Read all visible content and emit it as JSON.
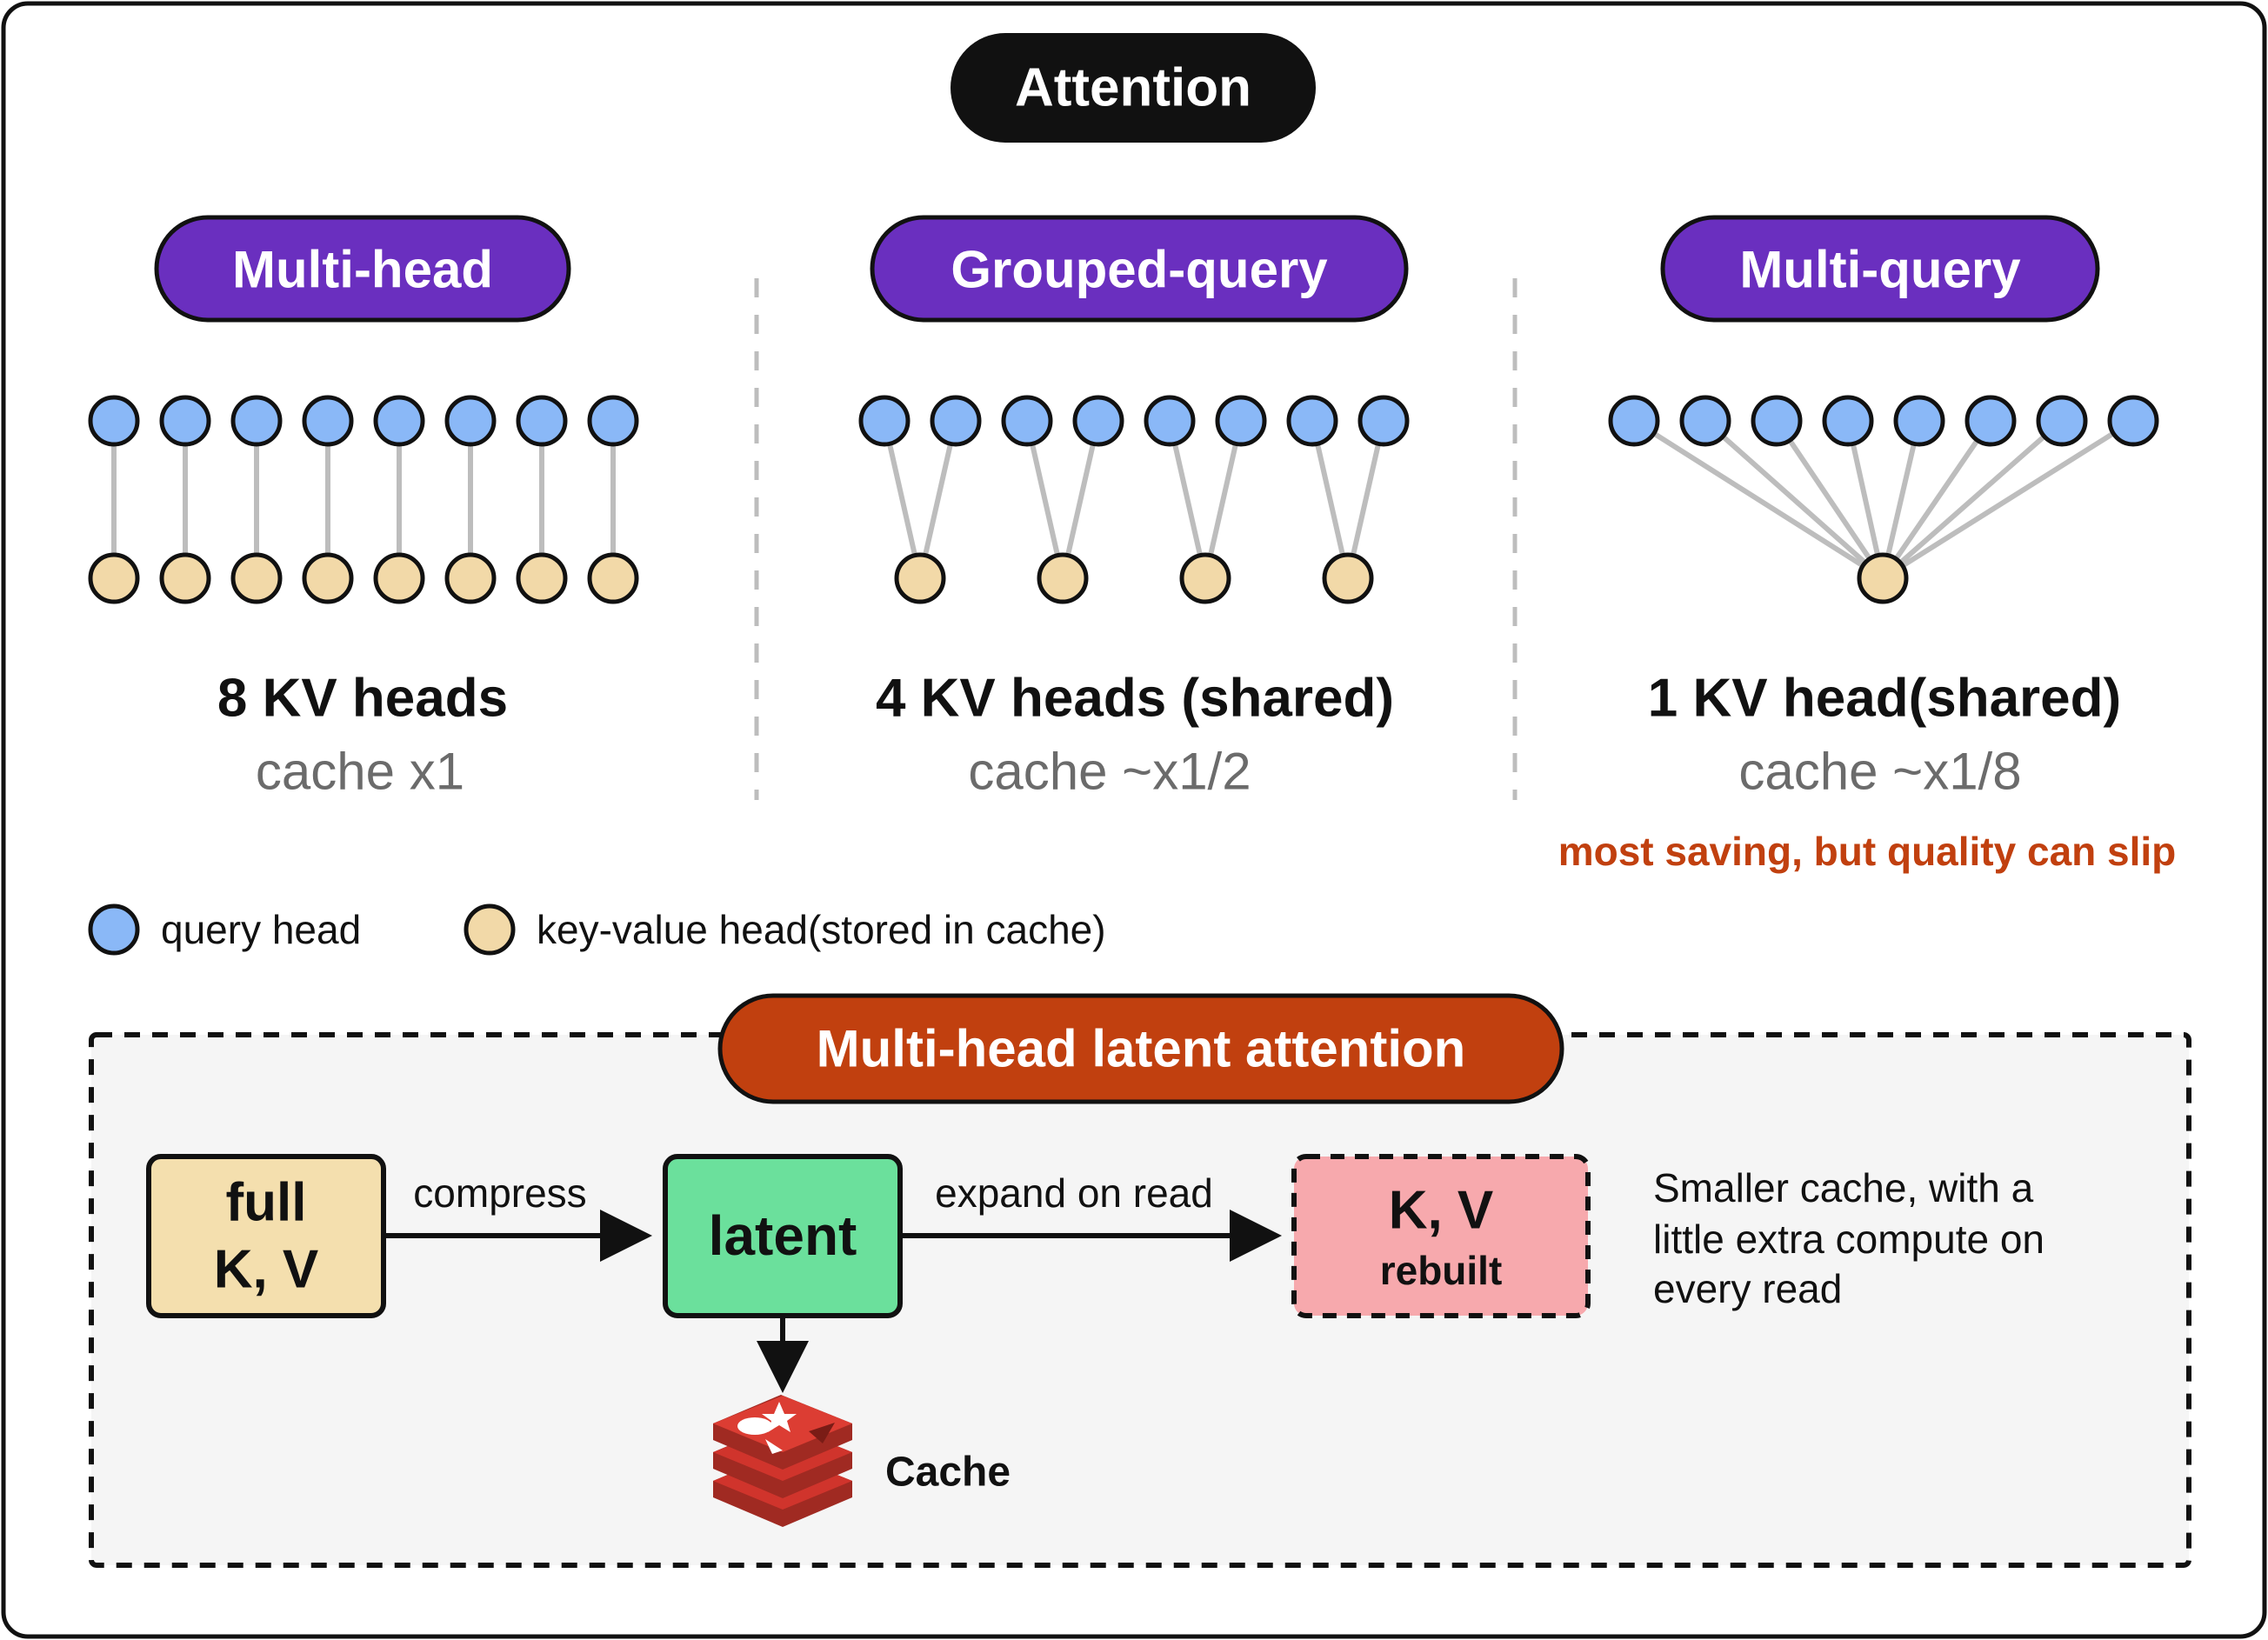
{
  "title": "Attention",
  "colors": {
    "query": "#8ab8f7",
    "kv": "#f2d9a8",
    "purple": "#6a2fbf",
    "orange": "#c1400f",
    "connector": "#bdbdbd",
    "full_box": "#f4dfae",
    "latent_box": "#6be09c",
    "rebuilt_box": "#f7a9ad",
    "mla_bg": "#f5f5f5",
    "cache_red": "#d0342c"
  },
  "sections": [
    {
      "name": "Multi-head",
      "heads_label": "8 KV heads",
      "cache_label": "cache x1",
      "query_heads": 8,
      "kv_heads": 8
    },
    {
      "name": "Grouped-query",
      "heads_label": "4 KV heads (shared)",
      "cache_label": "cache ~x1/2",
      "query_heads": 8,
      "kv_heads": 4
    },
    {
      "name": "Multi-query",
      "heads_label": "1 KV head(shared)",
      "cache_label": "cache ~x1/8",
      "note": "most saving, but quality can slip",
      "query_heads": 8,
      "kv_heads": 1
    }
  ],
  "legend": {
    "query": "query head",
    "kv": "key-value head(stored in cache)"
  },
  "mla": {
    "title": "Multi-head latent attention",
    "full_line1": "full",
    "full_line2": "K, V",
    "compress": "compress",
    "latent": "latent",
    "expand": "expand on read",
    "rebuilt_line1": "K, V",
    "rebuilt_line2": "rebuilt",
    "cache": "Cache",
    "desc_line1": "Smaller cache, with a",
    "desc_line2": "little extra compute on",
    "desc_line3": "every read"
  }
}
